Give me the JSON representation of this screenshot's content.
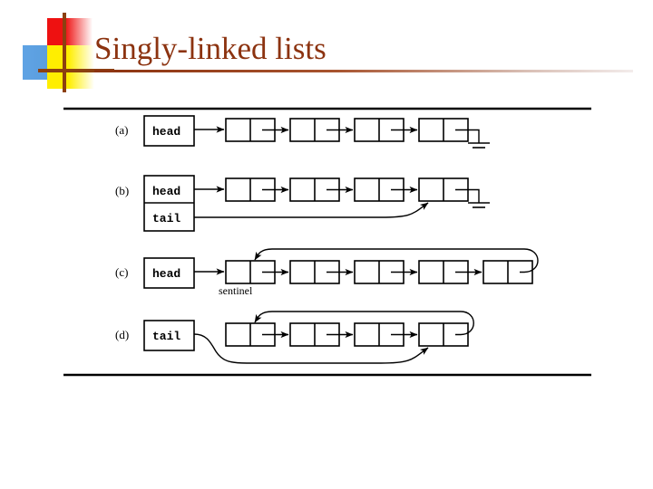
{
  "slide": {
    "title": "Singly-linked lists",
    "title_color": "#8c3310",
    "background": "#ffffff"
  },
  "logo": {
    "name": "decorative-logo",
    "colors": {
      "red": "#ee1111",
      "blue": "#5599dd",
      "yellow": "#ffee00",
      "cross": "#8c4010"
    }
  },
  "rules": {
    "top": "horizontal-rule",
    "bottom": "horizontal-rule",
    "color": "#000000"
  },
  "diagram": {
    "stroke_color": "#000000",
    "rows": [
      {
        "id": "a",
        "label": "(a)",
        "pointer_box": {
          "cells": [
            "head"
          ],
          "style": "single"
        },
        "node_count": 4,
        "terminator": "ground-null",
        "description": "head pointer to four nodes ending in null"
      },
      {
        "id": "b",
        "label": "(b)",
        "pointer_box": {
          "cells": [
            "head",
            "tail"
          ],
          "style": "double"
        },
        "node_count": 4,
        "terminator": "ground-null",
        "description": "head and tail pointers, tail curves to last node, list ends in null"
      },
      {
        "id": "c",
        "label": "(c)",
        "pointer_box": {
          "cells": [
            "head"
          ],
          "style": "single"
        },
        "node_count": 5,
        "terminator": "circular-to-sentinel",
        "node_label": "sentinel",
        "description": "head points to sentinel node, last node links back to sentinel"
      },
      {
        "id": "d",
        "label": "(d)",
        "pointer_box": {
          "cells": [
            "tail"
          ],
          "style": "single"
        },
        "node_count": 4,
        "terminator": "circular",
        "description": "tail pointer curves to last node, last node links back to first node"
      }
    ]
  }
}
